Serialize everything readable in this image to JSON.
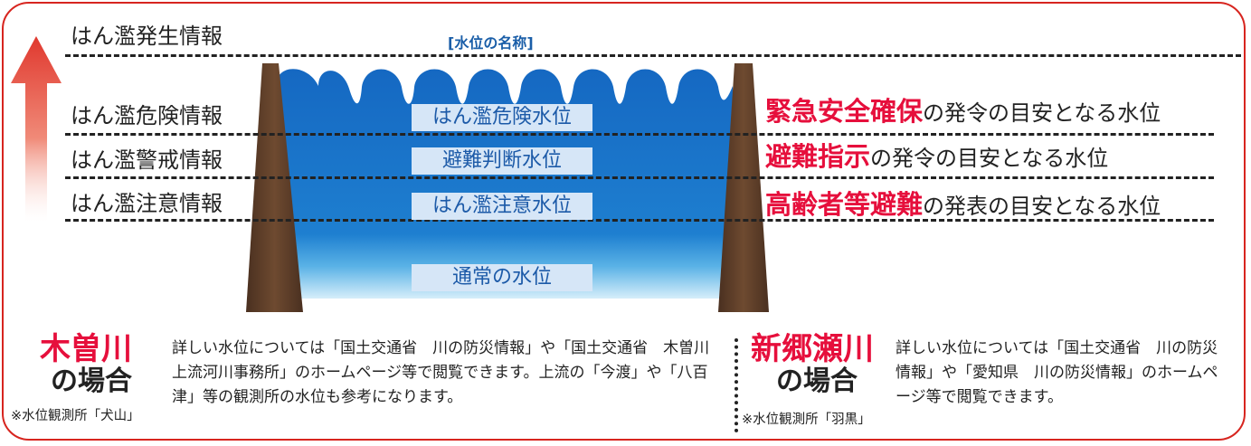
{
  "diagram": {
    "title": "[水位の名称]",
    "info_levels": {
      "occurrence": "はん濫発生情報",
      "danger": "はん濫危険情報",
      "warning": "はん濫警戒情報",
      "caution": "はん濫注意情報"
    },
    "water_levels": {
      "danger": "はん濫危険水位",
      "evacuation": "避難判断水位",
      "caution": "はん濫注意水位",
      "normal": "通常の水位"
    },
    "guides": [
      {
        "emphasis": "緊急安全確保",
        "rest": "の発令の目安となる水位"
      },
      {
        "emphasis": "避難指示",
        "rest": "の発令の目安となる水位"
      },
      {
        "emphasis": "高齢者等避難",
        "rest": "の発表の目安となる水位"
      }
    ]
  },
  "cases": {
    "kiso": {
      "name": "木曽川",
      "suffix": "の場合",
      "station": "※水位観測所「犬山」",
      "desc": "詳しい水位については「国土交通省　川の防災情報」や「国土交通省　木曽川上流河川事務所」のホームページ等で閲覧できます。上流の「今渡」や「八百津」等の観測所の水位も参考になります。"
    },
    "shingosegawa": {
      "name": "新郷瀬川",
      "suffix": "の場合",
      "station": "※水位観測所「羽黒」",
      "desc": "詳しい水位については「国土交通省　川の防災情報」や「愛知県　川の防災情報」のホームページ等で閲覧できます。"
    }
  },
  "colors": {
    "accent_red": "#e60f3c",
    "frame_red": "#d7251f",
    "water_blue": "#1565c0",
    "label_blue": "#1c5aa8",
    "arrow_red": "#e0382e"
  }
}
